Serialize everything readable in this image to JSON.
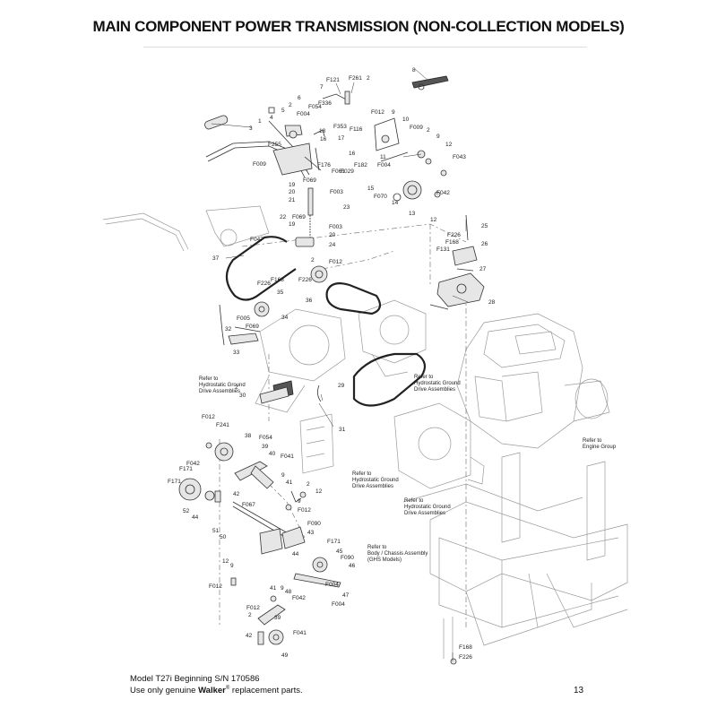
{
  "title": "MAIN COMPONENT POWER TRANSMISSION (NON-COLLECTION MODELS)",
  "callouts": [
    {
      "id": "c1",
      "text": "8"
    },
    {
      "id": "c2",
      "text": "F121"
    },
    {
      "id": "c3",
      "text": "F261"
    },
    {
      "id": "c4",
      "text": "2"
    },
    {
      "id": "c5",
      "text": "7"
    },
    {
      "id": "c6",
      "text": "6"
    },
    {
      "id": "c7",
      "text": "F336"
    },
    {
      "id": "c8",
      "text": "5"
    },
    {
      "id": "c9",
      "text": "F054"
    },
    {
      "id": "c10",
      "text": "2"
    },
    {
      "id": "c11",
      "text": "F004"
    },
    {
      "id": "c12",
      "text": "4"
    },
    {
      "id": "c13",
      "text": "1"
    },
    {
      "id": "c14",
      "text": "3"
    },
    {
      "id": "c15",
      "text": "F012"
    },
    {
      "id": "c16",
      "text": "9"
    },
    {
      "id": "c17",
      "text": "10"
    },
    {
      "id": "c18",
      "text": "F009"
    },
    {
      "id": "c19",
      "text": "2"
    },
    {
      "id": "c20",
      "text": "9"
    },
    {
      "id": "c21",
      "text": "12"
    },
    {
      "id": "c22",
      "text": "F353"
    },
    {
      "id": "c23",
      "text": "F116"
    },
    {
      "id": "c24",
      "text": "17"
    },
    {
      "id": "c25",
      "text": "18"
    },
    {
      "id": "c26",
      "text": "16"
    },
    {
      "id": "c27",
      "text": "F255"
    },
    {
      "id": "c28",
      "text": "11"
    },
    {
      "id": "c29",
      "text": "F043"
    },
    {
      "id": "c30",
      "text": "F009"
    },
    {
      "id": "c31",
      "text": "F176"
    },
    {
      "id": "c32",
      "text": "F061"
    },
    {
      "id": "c33",
      "text": "F029"
    },
    {
      "id": "c34",
      "text": "16"
    },
    {
      "id": "c35",
      "text": "F182"
    },
    {
      "id": "c36",
      "text": "F004"
    },
    {
      "id": "c37",
      "text": "F069"
    },
    {
      "id": "c38",
      "text": "19"
    },
    {
      "id": "c39",
      "text": "20"
    },
    {
      "id": "c40",
      "text": "F003"
    },
    {
      "id": "c41",
      "text": "21"
    },
    {
      "id": "c42",
      "text": "15"
    },
    {
      "id": "c43",
      "text": "F070"
    },
    {
      "id": "c44",
      "text": "14"
    },
    {
      "id": "c45",
      "text": "F042"
    },
    {
      "id": "c46",
      "text": "23"
    },
    {
      "id": "c47",
      "text": "13"
    },
    {
      "id": "c48",
      "text": "12"
    },
    {
      "id": "c49",
      "text": "22"
    },
    {
      "id": "c50",
      "text": "F069"
    },
    {
      "id": "c51",
      "text": "19"
    },
    {
      "id": "c52",
      "text": "F003"
    },
    {
      "id": "c53",
      "text": "20"
    },
    {
      "id": "c54",
      "text": "25"
    },
    {
      "id": "c55",
      "text": "F047"
    },
    {
      "id": "c56",
      "text": "24"
    },
    {
      "id": "c57",
      "text": "F226"
    },
    {
      "id": "c58",
      "text": "F168"
    },
    {
      "id": "c59",
      "text": "F131"
    },
    {
      "id": "c60",
      "text": "26"
    },
    {
      "id": "c61",
      "text": "37"
    },
    {
      "id": "c62",
      "text": "2"
    },
    {
      "id": "c63",
      "text": "F012"
    },
    {
      "id": "c64",
      "text": "27"
    },
    {
      "id": "c65",
      "text": "F168"
    },
    {
      "id": "c66",
      "text": "F226"
    },
    {
      "id": "c67",
      "text": "F226"
    },
    {
      "id": "c68",
      "text": "35"
    },
    {
      "id": "c69",
      "text": "36"
    },
    {
      "id": "c70",
      "text": "28"
    },
    {
      "id": "c71",
      "text": "F005"
    },
    {
      "id": "c72",
      "text": "F069"
    },
    {
      "id": "c73",
      "text": "34"
    },
    {
      "id": "c74",
      "text": "32"
    },
    {
      "id": "c75",
      "text": "33"
    },
    {
      "id": "c76",
      "text": "29"
    },
    {
      "id": "c77",
      "text": "2"
    },
    {
      "id": "c78",
      "text": "30"
    },
    {
      "id": "c79",
      "text": "31"
    },
    {
      "id": "c80",
      "text": "F012"
    },
    {
      "id": "c81",
      "text": "F241"
    },
    {
      "id": "c82",
      "text": "38"
    },
    {
      "id": "c83",
      "text": "F054"
    },
    {
      "id": "c84",
      "text": "39"
    },
    {
      "id": "c85",
      "text": "40"
    },
    {
      "id": "c86",
      "text": "F041"
    },
    {
      "id": "c87",
      "text": "F042"
    },
    {
      "id": "c88",
      "text": "F171"
    },
    {
      "id": "c89",
      "text": "9"
    },
    {
      "id": "c90",
      "text": "F171"
    },
    {
      "id": "c91",
      "text": "41"
    },
    {
      "id": "c92",
      "text": "2"
    },
    {
      "id": "c93",
      "text": "12"
    },
    {
      "id": "c94",
      "text": "52"
    },
    {
      "id": "c95",
      "text": "44"
    },
    {
      "id": "c96",
      "text": "42"
    },
    {
      "id": "c97",
      "text": "9"
    },
    {
      "id": "c98",
      "text": "F067"
    },
    {
      "id": "c99",
      "text": "F012"
    },
    {
      "id": "c100",
      "text": "F090"
    },
    {
      "id": "c101",
      "text": "51"
    },
    {
      "id": "c102",
      "text": "43"
    },
    {
      "id": "c103",
      "text": "50"
    },
    {
      "id": "c104",
      "text": "F171"
    },
    {
      "id": "c105",
      "text": "45"
    },
    {
      "id": "c106",
      "text": "F090"
    },
    {
      "id": "c107",
      "text": "44"
    },
    {
      "id": "c108",
      "text": "46"
    },
    {
      "id": "c109",
      "text": "12"
    },
    {
      "id": "c110",
      "text": "9"
    },
    {
      "id": "c111",
      "text": "F004"
    },
    {
      "id": "c112",
      "text": "F012"
    },
    {
      "id": "c113",
      "text": "48"
    },
    {
      "id": "c114",
      "text": "47"
    },
    {
      "id": "c115",
      "text": "F042"
    },
    {
      "id": "c116",
      "text": "F004"
    },
    {
      "id": "c117",
      "text": "41"
    },
    {
      "id": "c118",
      "text": "9"
    },
    {
      "id": "c119",
      "text": "F012"
    },
    {
      "id": "c120",
      "text": "2"
    },
    {
      "id": "c121",
      "text": "39"
    },
    {
      "id": "c122",
      "text": "F041"
    },
    {
      "id": "c123",
      "text": "42"
    },
    {
      "id": "c124",
      "text": "49"
    },
    {
      "id": "c125",
      "text": "F168"
    },
    {
      "id": "c126",
      "text": "F226"
    }
  ],
  "reference_notes": [
    {
      "id": "r1",
      "lines": [
        "Refer to",
        "Hydrostatic Ground",
        "Drive Assemblies"
      ]
    },
    {
      "id": "r2",
      "lines": [
        "Refer to",
        "Hydrostatic Ground",
        "Drive Assemblies"
      ]
    },
    {
      "id": "r3",
      "lines": [
        "Refer to",
        "Hydrostatic Ground",
        "Drive Assemblies"
      ]
    },
    {
      "id": "r4",
      "lines": [
        "Refer to",
        "Hydrostatic Ground",
        "Drive Assemblies"
      ]
    },
    {
      "id": "r5",
      "lines": [
        "Refer to",
        "Engine Group"
      ]
    },
    {
      "id": "r6",
      "lines": [
        "Refer to",
        "Body / Chassis Assembly",
        "(GHS Models)"
      ]
    }
  ],
  "footer": {
    "model_line": "Model T27i Beginning S/N 170586",
    "parts_prefix": "Use only genuine ",
    "brand": "Walker",
    "registered": "®",
    "parts_suffix": " replacement parts.",
    "page_number": "13"
  }
}
